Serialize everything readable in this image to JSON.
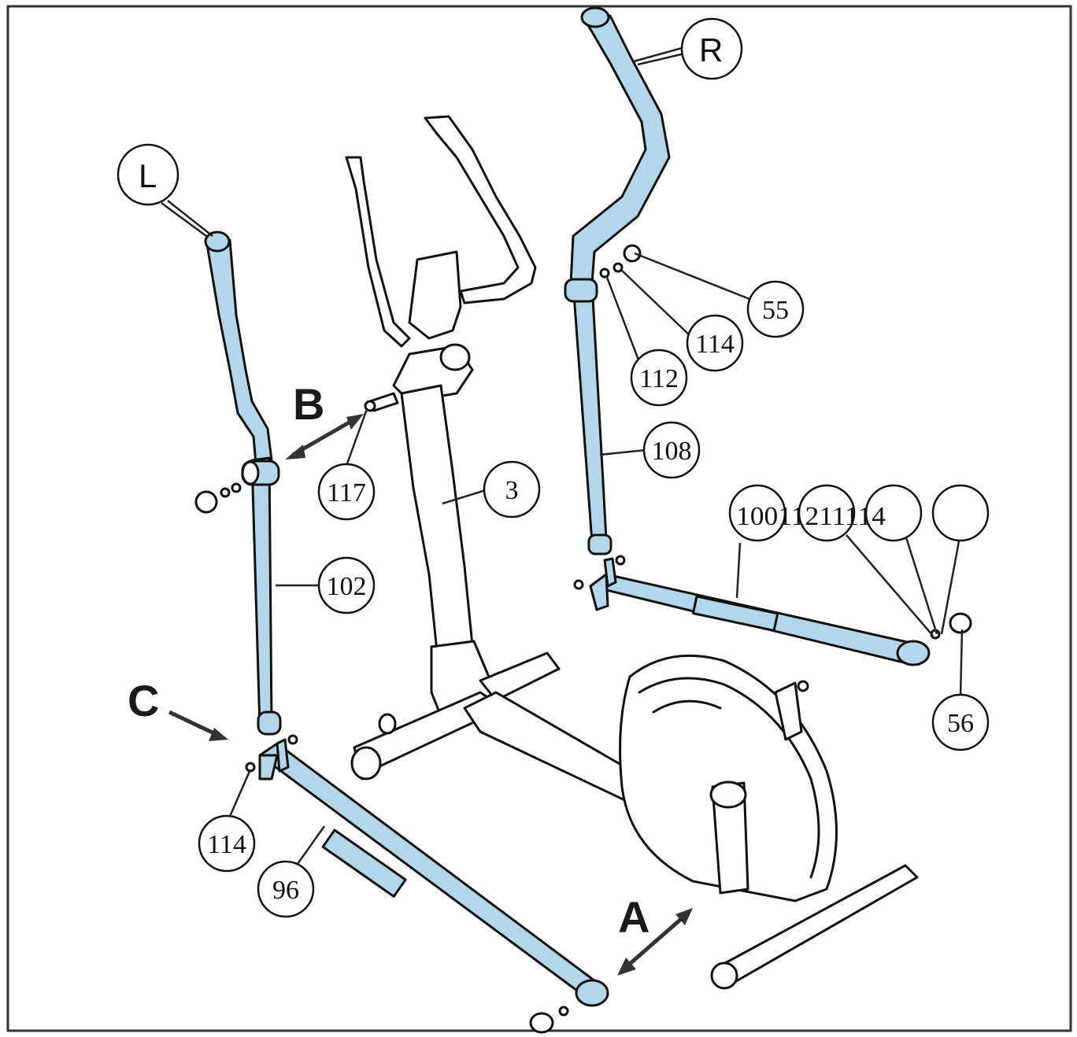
{
  "diagram": {
    "side_labels": {
      "left": "L",
      "right": "R"
    },
    "step_letters": {
      "a": "A",
      "b": "B",
      "c": "C"
    },
    "callouts": {
      "p3": "3",
      "p55": "55",
      "p56": "56",
      "p96": "96",
      "p102": "102",
      "p108": "108",
      "p112": "112",
      "p114_right": "114",
      "p114_left": "114",
      "p117": "117",
      "group_right_pedal": "10011211114"
    },
    "colors": {
      "highlight_parts": "#b4d6e8",
      "line_art": "#111111"
    }
  }
}
